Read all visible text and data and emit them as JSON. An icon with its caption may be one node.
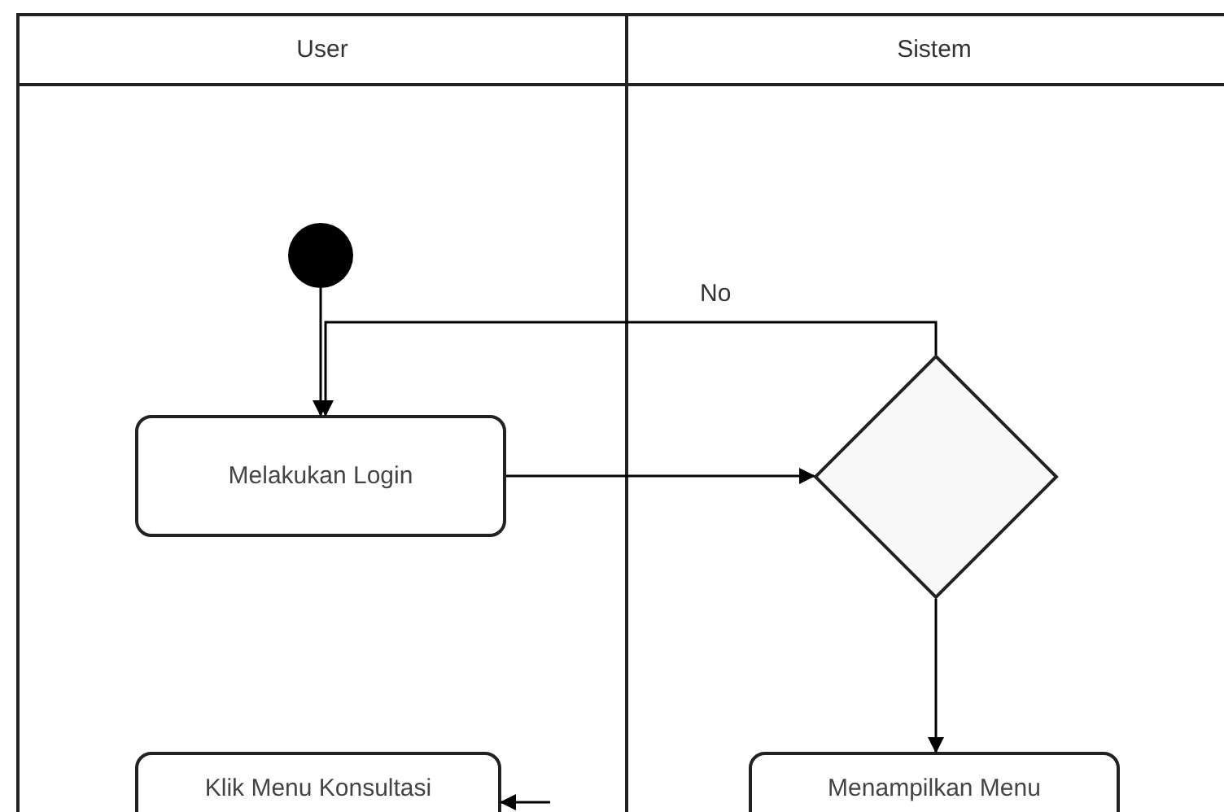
{
  "diagram": {
    "nodes": [
      {
        "text": [
          "User"
        ]
      },
      {
        "text": [
          "Sistem"
        ]
      },
      {
        "text": [],
        "shape": "circle",
        "in": 0
      },
      {
        "text": [
          "Melakukan Login"
        ],
        "in": 0
      },
      {
        "text": [],
        "shape": "diamond",
        "in": 1
      },
      {
        "text": [
          "Klik Menu Konsultasi"
        ],
        "in": 0
      },
      {
        "text": [
          "Menampilkan Menu"
        ],
        "in": 1
      }
    ],
    "edges": [
      {
        "from": 2,
        "to": 3,
        "arrow": "to"
      },
      {
        "from": 3,
        "to": 4,
        "arrow": "to"
      },
      {
        "from": 4,
        "to": 3,
        "arrow": "to",
        "label": "No"
      },
      {
        "from": 4,
        "to": 6,
        "arrow": "to"
      },
      {
        "from": null,
        "to": 5,
        "arrow": "to"
      }
    ]
  }
}
